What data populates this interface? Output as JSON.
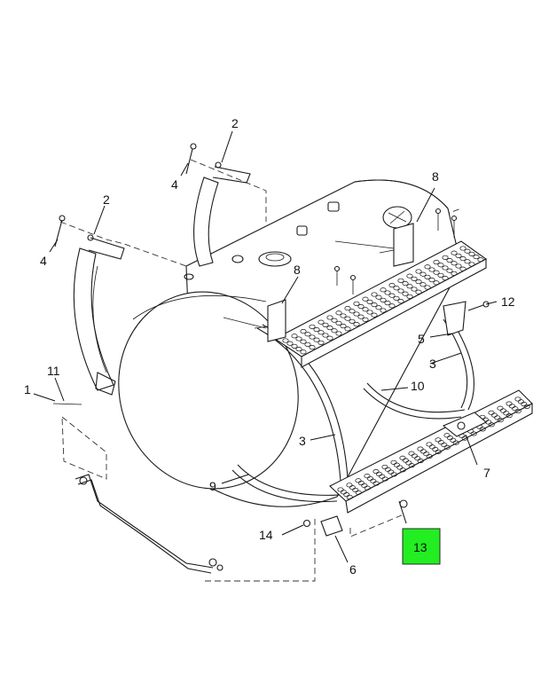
{
  "colors": {
    "highlight": "#22ee22",
    "line": "#1a1a1a",
    "background": "#ffffff"
  },
  "callouts": {
    "c1": "1",
    "c2a": "2",
    "c2b": "2",
    "c3a": "3",
    "c3b": "3",
    "c4a": "4",
    "c4b": "4",
    "c5": "5",
    "c6": "6",
    "c7": "7",
    "c8a": "8",
    "c8b": "8",
    "c9": "9",
    "c10": "10",
    "c11": "11",
    "c12": "12",
    "c13": "13",
    "c14": "14"
  }
}
